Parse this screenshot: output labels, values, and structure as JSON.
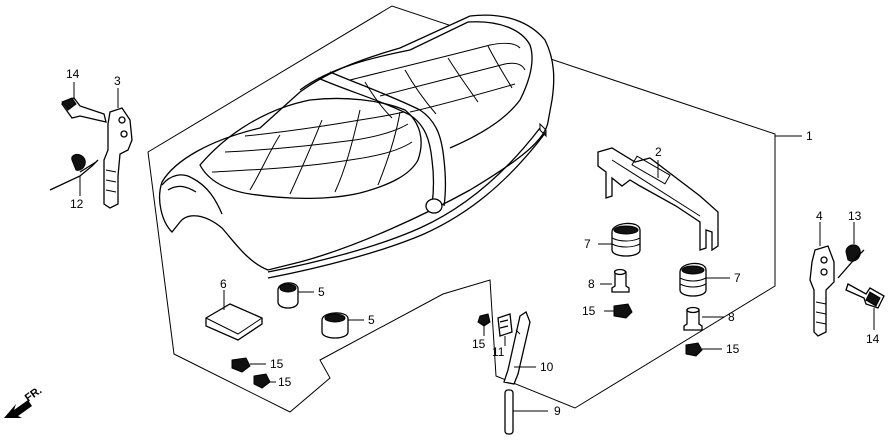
{
  "labels": {
    "l1": "1",
    "l2": "2",
    "l3": "3",
    "l4": "4",
    "l5a": "5",
    "l5b": "5",
    "l6": "6",
    "l7a": "7",
    "l7b": "7",
    "l8a": "8",
    "l8b": "8",
    "l9": "9",
    "l10": "10",
    "l11": "11",
    "l12": "12",
    "l13": "13",
    "l14a": "14",
    "l14b": "14",
    "l15a": "15",
    "l15b": "15",
    "l15c": "15",
    "l15d": "15",
    "l15e": "15"
  },
  "direction": {
    "text": "FR."
  }
}
